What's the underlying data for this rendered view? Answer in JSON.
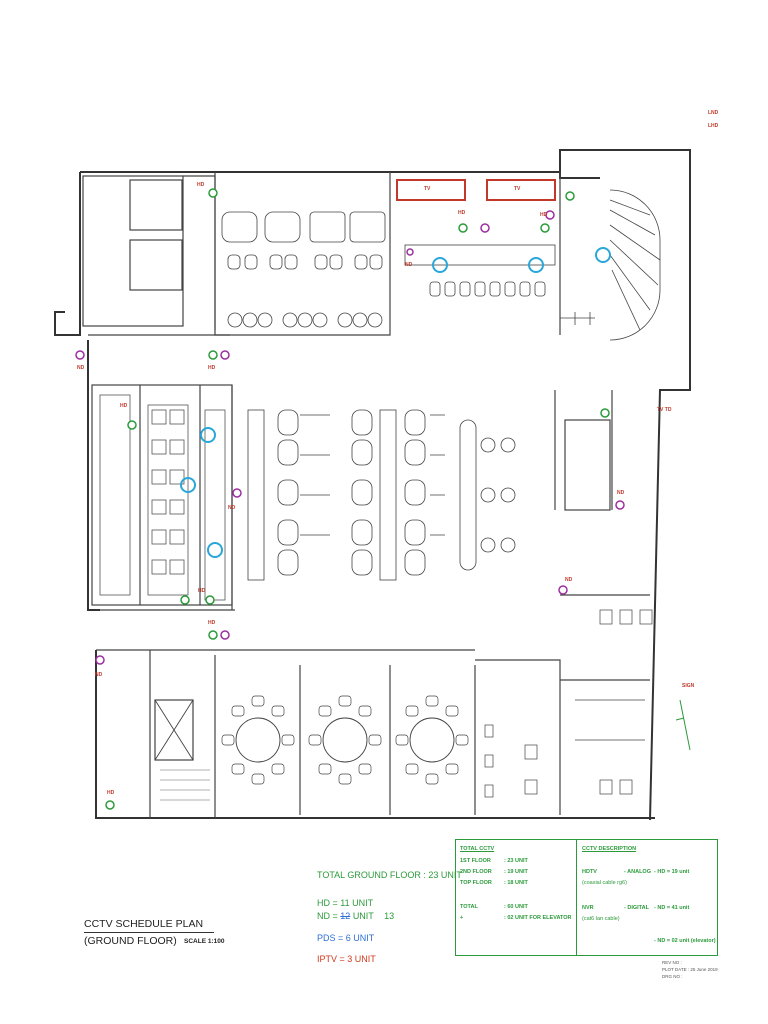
{
  "title": {
    "line1": "CCTV SCHEDULE PLAN",
    "line2": "(GROUND FLOOR)",
    "scale": "SCALE 1:100"
  },
  "summary": {
    "total": "TOTAL GROUND FLOOR : 23 UNIT",
    "hd": "HD = 11 UNIT",
    "nd_prefix": "ND =",
    "nd_struck": "12",
    "nd_suffix": "UNIT",
    "nd_note": "13",
    "pds": "PDS = 6 UNIT",
    "iptv": "IPTV = 3 UNIT"
  },
  "totals_table": {
    "header": "TOTAL CCTV",
    "rows": [
      {
        "label": "1ST FLOOR",
        "value": ": 23 UNIT"
      },
      {
        "label": "2ND FLOOR",
        "value": ": 19 UNIT"
      },
      {
        "label": "TOP FLOOR",
        "value": ": 18 UNIT"
      }
    ],
    "total_label": "TOTAL",
    "total_value": ": 60 UNIT",
    "plus_label": "+",
    "plus_value": ": 02 UNIT FOR ELEVATOR"
  },
  "description_table": {
    "header": "CCTV DESCRIPTION",
    "hdtv": "HDTV",
    "hdtv_type": "- ANALOG",
    "hdtv_count": "- HD = 19 unit",
    "hdtv_cable": "(coaxial cable rg6)",
    "nvr": "NVR",
    "nvr_type": "- DIGITAL",
    "nvr_count": "- ND = 41 unit",
    "nvr_cable": "(cat6 lan cable)",
    "elevator": "- ND = 02 unit (elevator)"
  },
  "revision": {
    "rev": "REV NO :",
    "plot": "PLOT DATE : 25 June 2019",
    "drg": "DRG NO :"
  },
  "plan_labels": {
    "hd": "HD",
    "nd": "ND",
    "tv": "TV",
    "tvtd": "TV TD",
    "sign": "SIGN",
    "lnd": "LND",
    "lhd": "LHD"
  },
  "colors": {
    "wall": "#333333",
    "hd_camera": "#2b9a3a",
    "nd_camera": "#9b2fa0",
    "pds": "#2aa6d8",
    "iptv": "#c0392b"
  }
}
